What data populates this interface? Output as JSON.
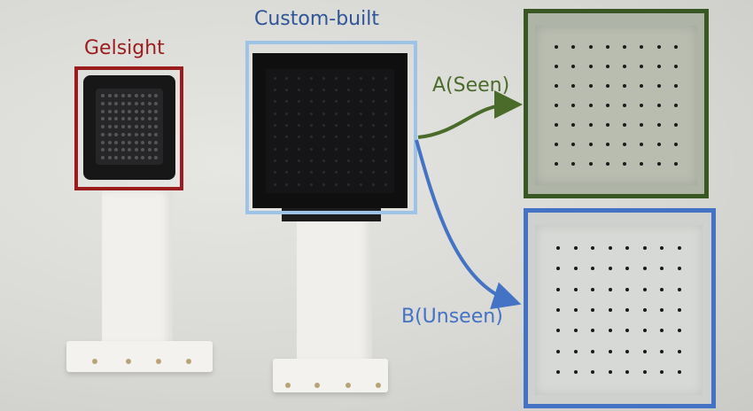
{
  "labels": {
    "gelsight": "Gelsight",
    "custom": "Custom-built",
    "seen": "A(Seen)",
    "unseen": "B(Unseen)"
  },
  "colors": {
    "gelsight": "#9b1c1c",
    "custom": "#2f5597",
    "custom_frame": "#9dc3e6",
    "seen": "#4a6b2a",
    "seen_frame": "#385723",
    "unseen": "#4472c4",
    "unseen_frame": "#4472c4"
  },
  "grids": {
    "seen": {
      "rows": 7,
      "cols": 8
    },
    "unseen": {
      "rows": 7,
      "cols": 8
    }
  },
  "icons": [
    "arrow-seen-icon",
    "arrow-unseen-icon"
  ]
}
